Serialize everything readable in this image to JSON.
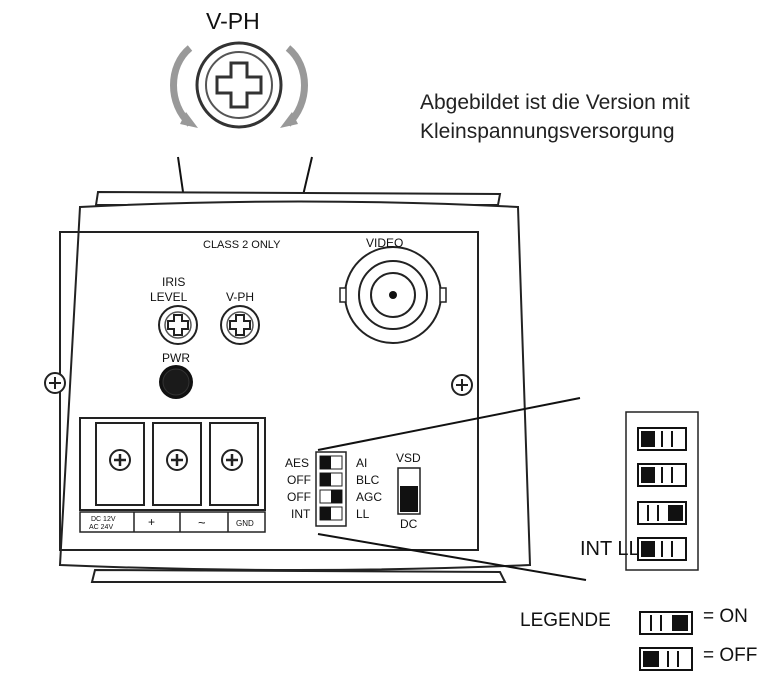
{
  "title_vph": "V-PH",
  "caption": {
    "line1": "Abgebildet ist die Version mit",
    "line2": "Kleinspannungsversorgung"
  },
  "panel": {
    "class2": "CLASS 2 ONLY",
    "video": "VIDEO",
    "iris_line1": "IRIS",
    "iris_line2": "LEVEL",
    "vph": "V-PH",
    "pwr": "PWR",
    "terminal_dc_line1": "DC 12V",
    "terminal_dc_line2": "AC 24V",
    "terminal_plus": "+",
    "terminal_ac": "~",
    "terminal_gnd": "GND"
  },
  "switches": {
    "left": [
      "AES",
      "OFF",
      "OFF",
      "INT"
    ],
    "right": [
      "AI",
      "BLC",
      "AGC",
      "LL"
    ],
    "vsd": "VSD",
    "dc": "DC"
  },
  "zoom": {
    "int_ll": "INT LL"
  },
  "legend": {
    "label": "LEGENDE",
    "on": "= ON",
    "off": "= OFF"
  }
}
